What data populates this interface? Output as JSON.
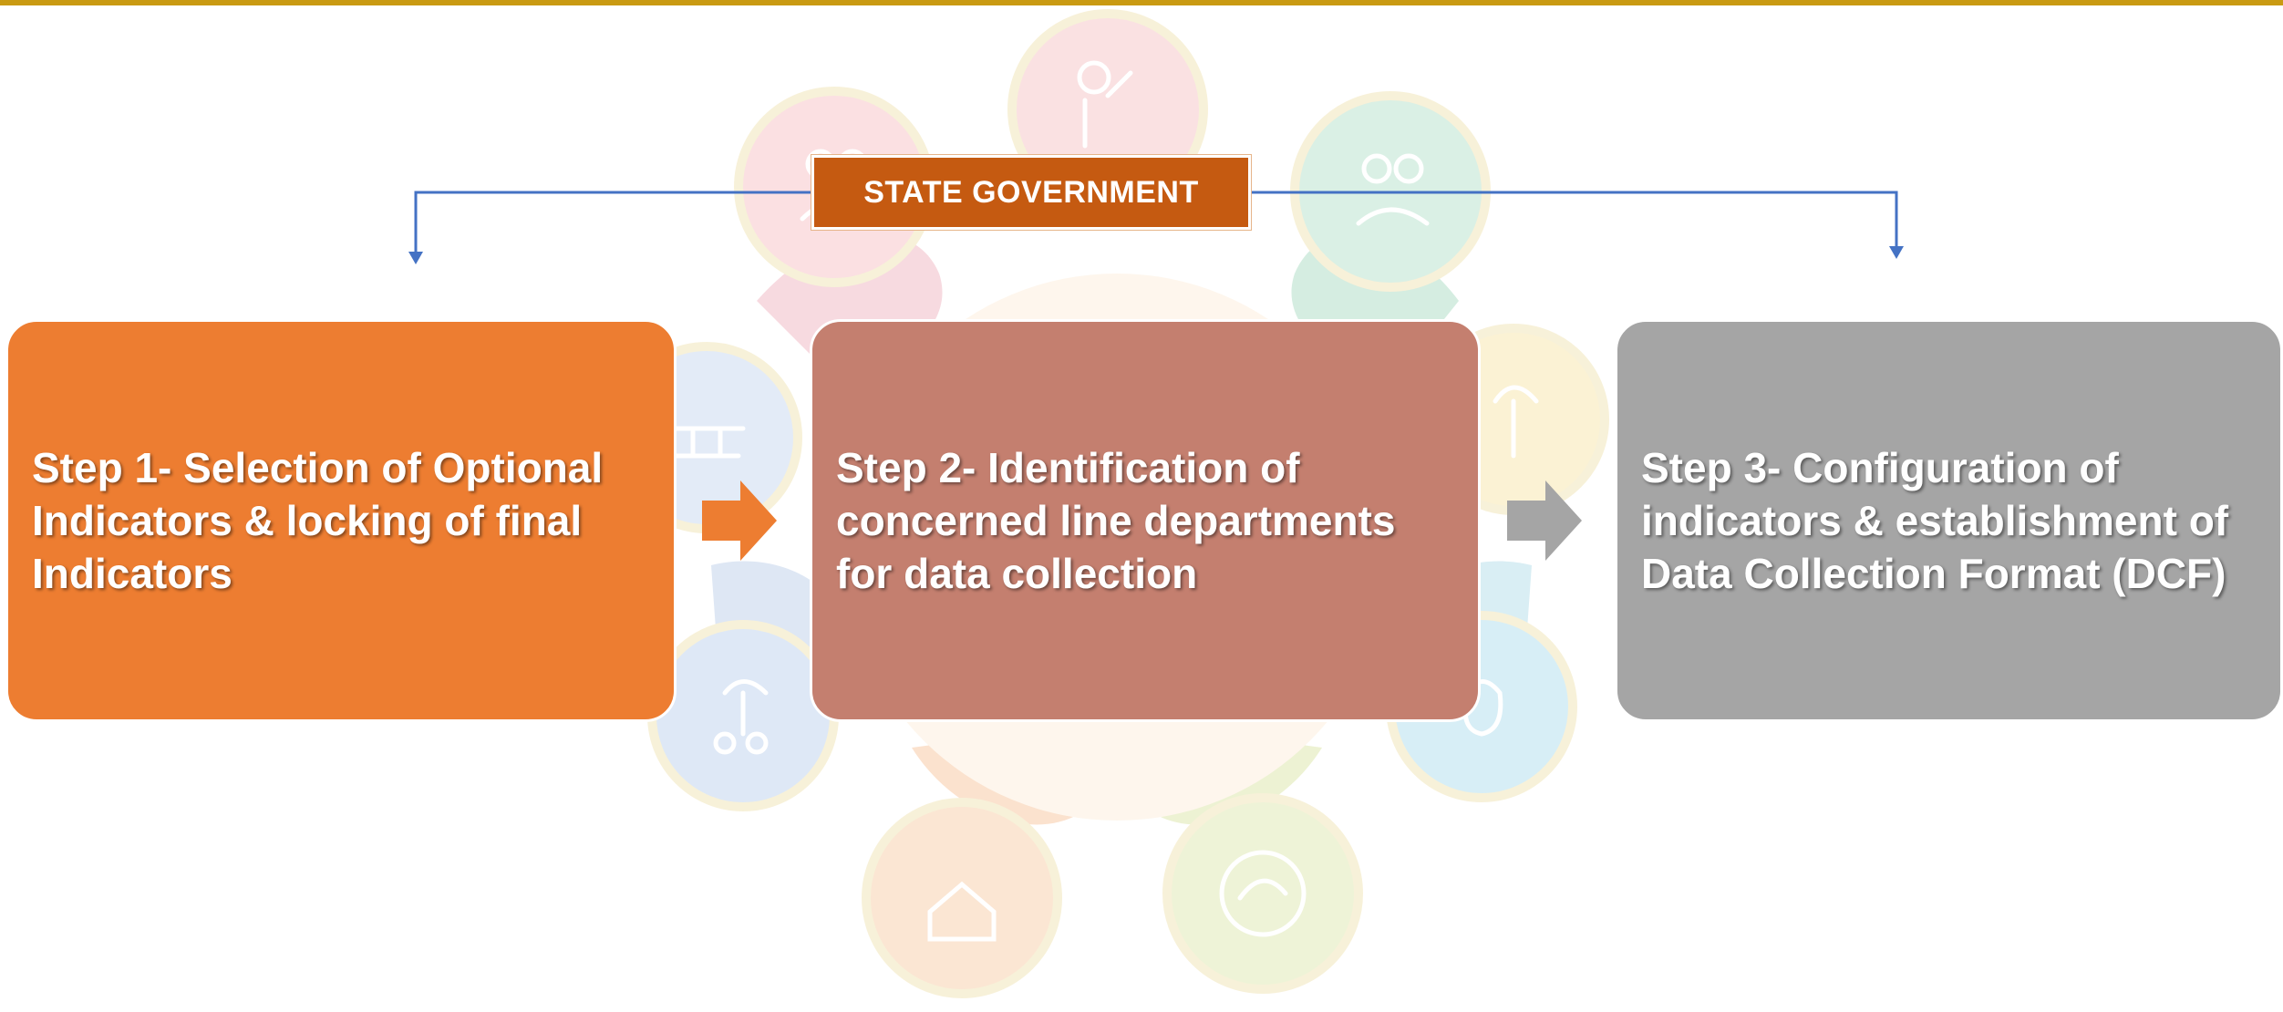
{
  "colors": {
    "top_rule": "#c99a12",
    "header": "#c55a11",
    "step1": "#ed7d31",
    "step2": "#c47f6f",
    "step3": "#a5a5a5",
    "connector": "#4472c4",
    "arrow1": "#ed7d31",
    "arrow2": "#a5a5a5"
  },
  "header": {
    "label": "STATE GOVERNMENT"
  },
  "steps": [
    {
      "label": "Step 1- Selection of Optional Indicators & locking of final Indicators"
    },
    {
      "label": "Step 2- Identification of concerned line  departments for data collection"
    },
    {
      "label": "Step 3- Configuration of indicators & establishment of Data Collection Format (DCF)"
    }
  ],
  "background": {
    "icons": [
      "people-hands-icon",
      "rupee-hand-icon",
      "children-icon",
      "building-icon",
      "school-icon",
      "family-umbrella-icon",
      "home-icon",
      "earth-icon",
      "water-icon",
      "tree-icon"
    ]
  }
}
